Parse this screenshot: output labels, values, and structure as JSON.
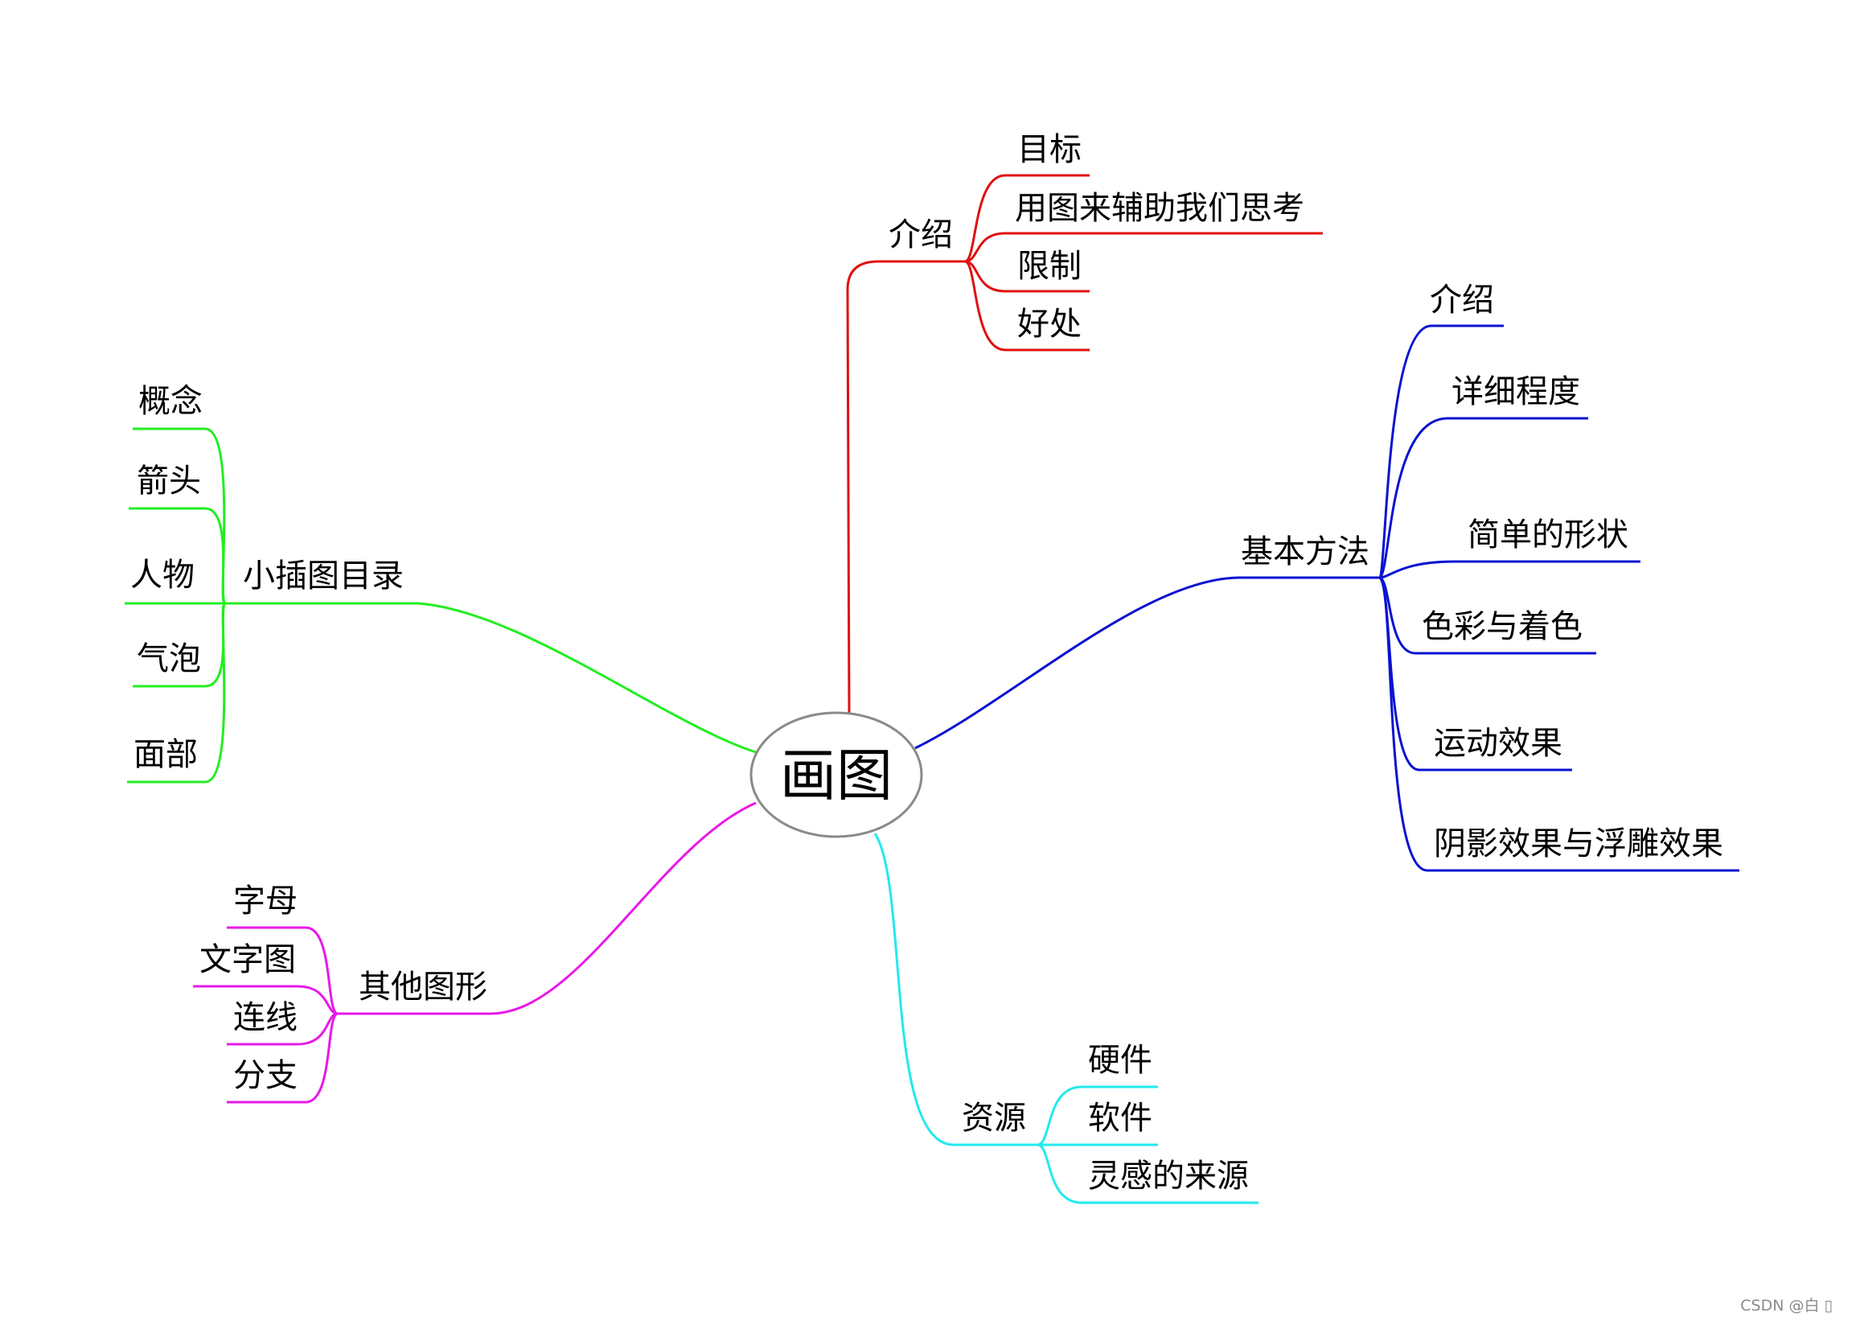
{
  "root": "画图",
  "colors": {
    "red": "#e01010",
    "blue": "#0a12d0",
    "green": "#22ee22",
    "magenta": "#e818e8",
    "cyan": "#22eaee",
    "root_border": "#8a8a8a"
  },
  "branches": {
    "intro": {
      "label": "介绍",
      "children": [
        "目标",
        "用图来辅助我们思考",
        "限制",
        "好处"
      ]
    },
    "methods": {
      "label": "基本方法",
      "children": [
        "介绍",
        "详细程度",
        "简单的形状",
        "色彩与着色",
        "运动效果",
        "阴影效果与浮雕效果"
      ]
    },
    "index": {
      "label": "小插图目录",
      "children": [
        "概念",
        "箭头",
        "人物",
        "气泡",
        "面部"
      ]
    },
    "shapes": {
      "label": "其他图形",
      "children": [
        "字母",
        "文字图",
        "连线",
        "分支"
      ]
    },
    "resources": {
      "label": "资源",
      "children": [
        "硬件",
        "软件",
        "灵感的来源"
      ]
    }
  },
  "watermark": "CSDN @白 ▯"
}
